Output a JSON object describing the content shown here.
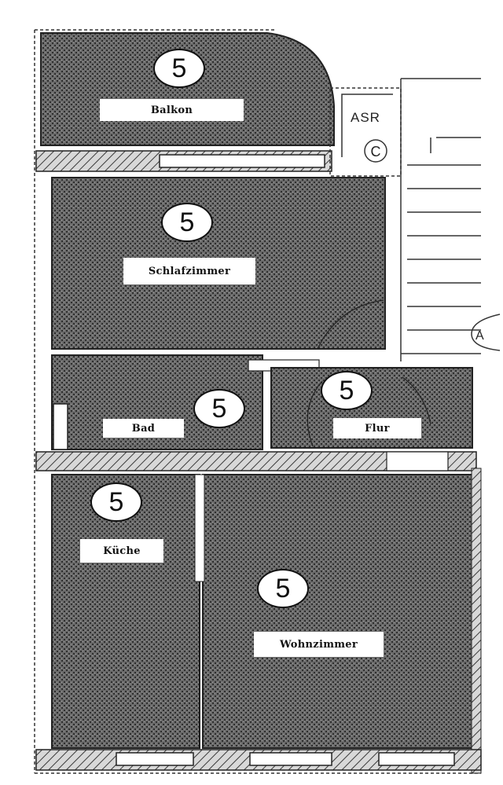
{
  "colors": {
    "room_fill": "#5a5a5a",
    "wall_hatch": "#3a3a3a",
    "paper": "#ffffff",
    "ink": "#111111"
  },
  "rooms": [
    {
      "id": "balkon",
      "label": "Balkon",
      "rating": "5"
    },
    {
      "id": "schlafzimmer",
      "label": "Schlafzimmer",
      "rating": "5"
    },
    {
      "id": "bad",
      "label": "Bad",
      "rating": "5"
    },
    {
      "id": "flur",
      "label": "Flur",
      "rating": "5"
    },
    {
      "id": "kueche",
      "label": "Küche",
      "rating": "5"
    },
    {
      "id": "wohnzimmer",
      "label": "Wohnzimmer",
      "rating": "5"
    }
  ],
  "annotations": {
    "asr": "ASR",
    "circle_mark": "C",
    "edge_mark": "A"
  }
}
